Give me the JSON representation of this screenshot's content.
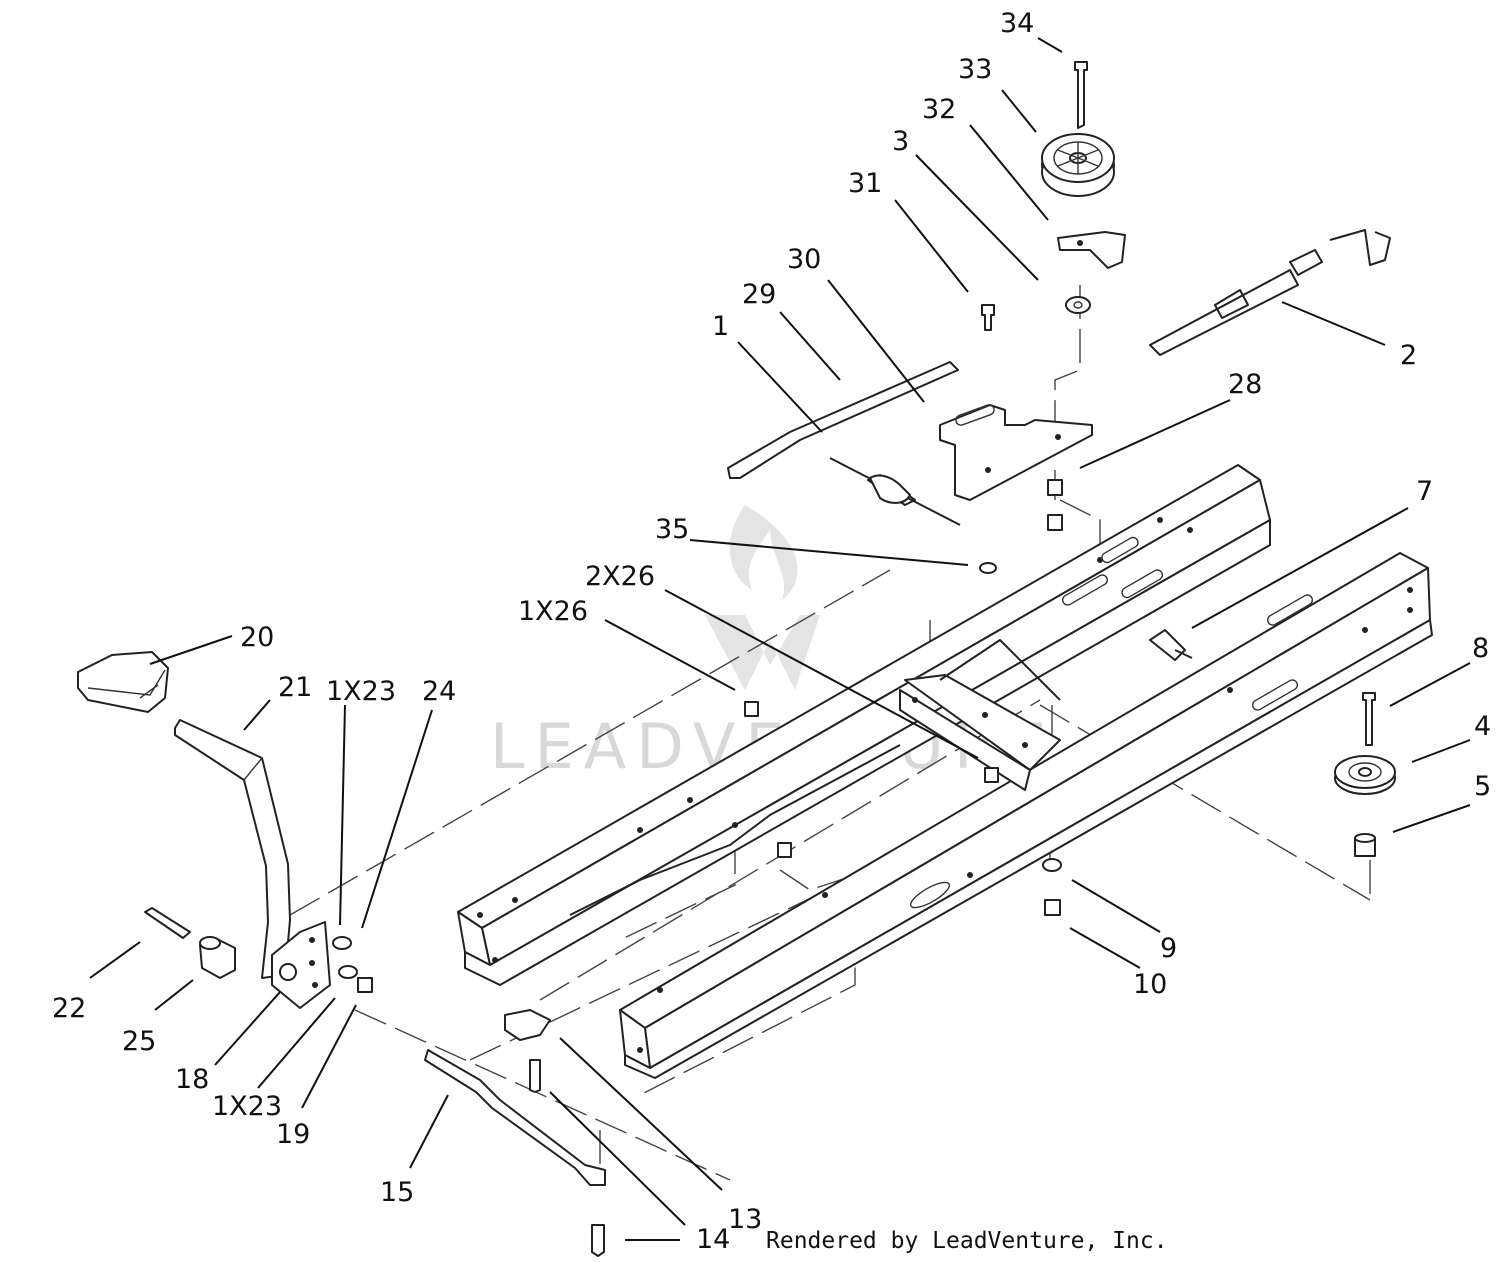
{
  "diagram": {
    "credit": "Rendered by LeadVenture, Inc.",
    "watermark": "LEADVENTURE",
    "callouts": [
      {
        "id": "34",
        "text": "34"
      },
      {
        "id": "33",
        "text": "33"
      },
      {
        "id": "32",
        "text": "32"
      },
      {
        "id": "3",
        "text": "3"
      },
      {
        "id": "31",
        "text": "31"
      },
      {
        "id": "30",
        "text": "30"
      },
      {
        "id": "29",
        "text": "29"
      },
      {
        "id": "1",
        "text": "1"
      },
      {
        "id": "2",
        "text": "2"
      },
      {
        "id": "28",
        "text": "28"
      },
      {
        "id": "7",
        "text": "7"
      },
      {
        "id": "35",
        "text": "35"
      },
      {
        "id": "2x26",
        "text": "2X26"
      },
      {
        "id": "1x26",
        "text": "1X26"
      },
      {
        "id": "20",
        "text": "20"
      },
      {
        "id": "21",
        "text": "21"
      },
      {
        "id": "1x23-top",
        "text": "1X23"
      },
      {
        "id": "24",
        "text": "24"
      },
      {
        "id": "8",
        "text": "8"
      },
      {
        "id": "4",
        "text": "4"
      },
      {
        "id": "5",
        "text": "5"
      },
      {
        "id": "22",
        "text": "22"
      },
      {
        "id": "25",
        "text": "25"
      },
      {
        "id": "18",
        "text": "18"
      },
      {
        "id": "1x23-bottom",
        "text": "1X23"
      },
      {
        "id": "19",
        "text": "19"
      },
      {
        "id": "9",
        "text": "9"
      },
      {
        "id": "10",
        "text": "10"
      },
      {
        "id": "15",
        "text": "15"
      },
      {
        "id": "13",
        "text": "13"
      },
      {
        "id": "14",
        "text": "14"
      }
    ]
  }
}
